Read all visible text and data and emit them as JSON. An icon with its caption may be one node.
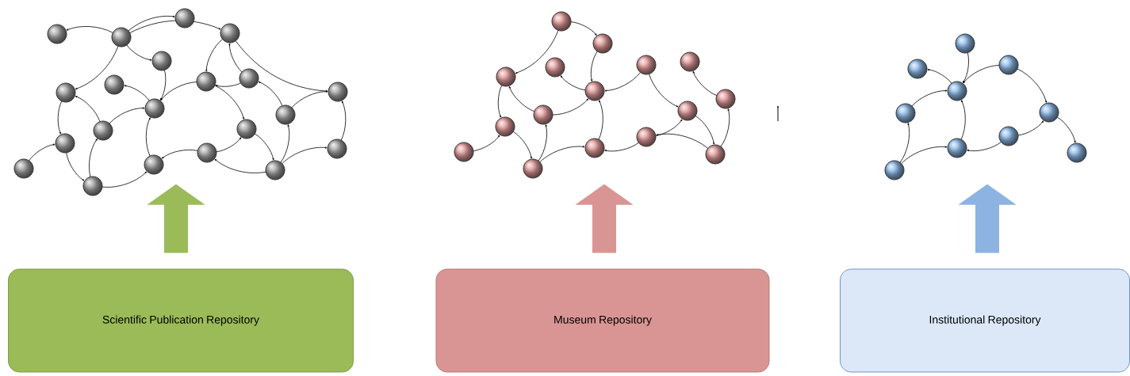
{
  "diagram": {
    "nodes": [
      {
        "text": [],
        "shape": "picture"
      },
      {
        "text": [],
        "shape": "picture"
      },
      {
        "text": [],
        "shape": "picture"
      },
      {
        "text": [
          "Scientific Publication Repository"
        ]
      },
      {
        "text": [
          "Museum Repository"
        ]
      },
      {
        "text": [
          "Institutional Repository"
        ]
      }
    ],
    "edges": [
      {
        "from": 3,
        "to": 0,
        "arrow": "to",
        "color": "#9bbb59"
      },
      {
        "from": 4,
        "to": 1,
        "arrow": "to",
        "color": "#d99594"
      },
      {
        "from": 5,
        "to": 2,
        "arrow": "to",
        "color": "#8db3e2"
      }
    ]
  }
}
